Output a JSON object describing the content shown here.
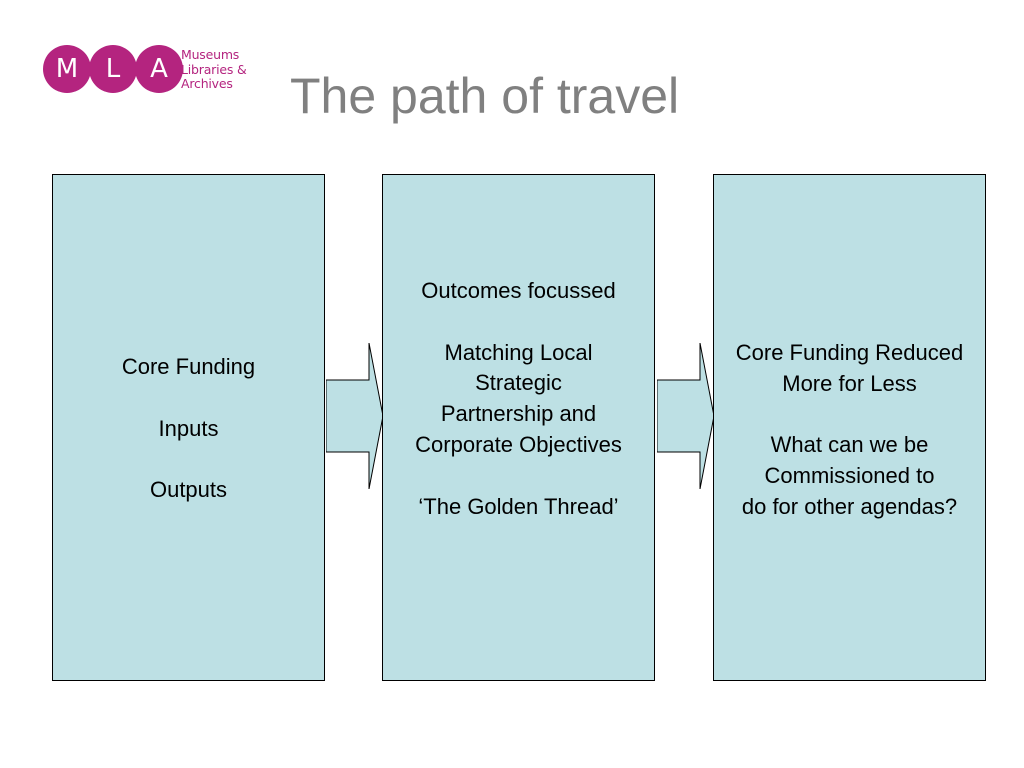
{
  "logo": {
    "letters": [
      "M",
      "L",
      "A"
    ],
    "words": [
      "Museums",
      "Libraries &",
      "Archives"
    ],
    "color": "#b4247f"
  },
  "title": "The path of travel",
  "colors": {
    "box_fill": "#bde0e4",
    "title_text": "#808080",
    "border": "#000000"
  },
  "boxes": [
    {
      "lines": [
        "Core Funding",
        "",
        "Inputs",
        "",
        "Outputs"
      ]
    },
    {
      "lines": [
        "Outcomes focussed",
        "",
        "Matching Local",
        "Strategic",
        "Partnership and",
        "Corporate Objectives",
        "",
        "‘The Golden Thread’"
      ]
    },
    {
      "lines": [
        "Core Funding Reduced",
        "More for Less",
        "",
        "What can we be",
        "Commissioned to",
        "do for other agendas?"
      ]
    }
  ]
}
